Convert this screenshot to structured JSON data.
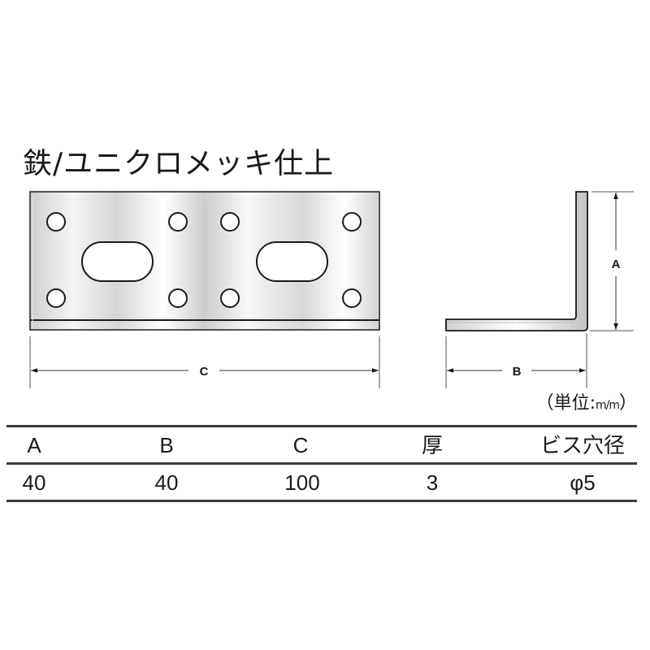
{
  "title": "鉄/ユニクロメッキ仕上",
  "front_view": {
    "dimension_label_c": "C",
    "hole_count": 8,
    "slot_count": 2
  },
  "side_view": {
    "dimension_label_a": "A",
    "dimension_label_b": "B"
  },
  "unit": {
    "prefix": "（単位:",
    "unit_symbol": "m/m",
    "suffix": "）"
  },
  "spec_table": {
    "headers": [
      "A",
      "B",
      "C",
      "厚",
      "ビス穴径"
    ],
    "rows": [
      [
        "40",
        "40",
        "100",
        "3",
        "φ5"
      ]
    ]
  },
  "colors": {
    "line": "#2a2a2a",
    "metal_light": "#ffffff",
    "metal_dark": "#c8c8c8",
    "rule": "#3c3c3c"
  }
}
